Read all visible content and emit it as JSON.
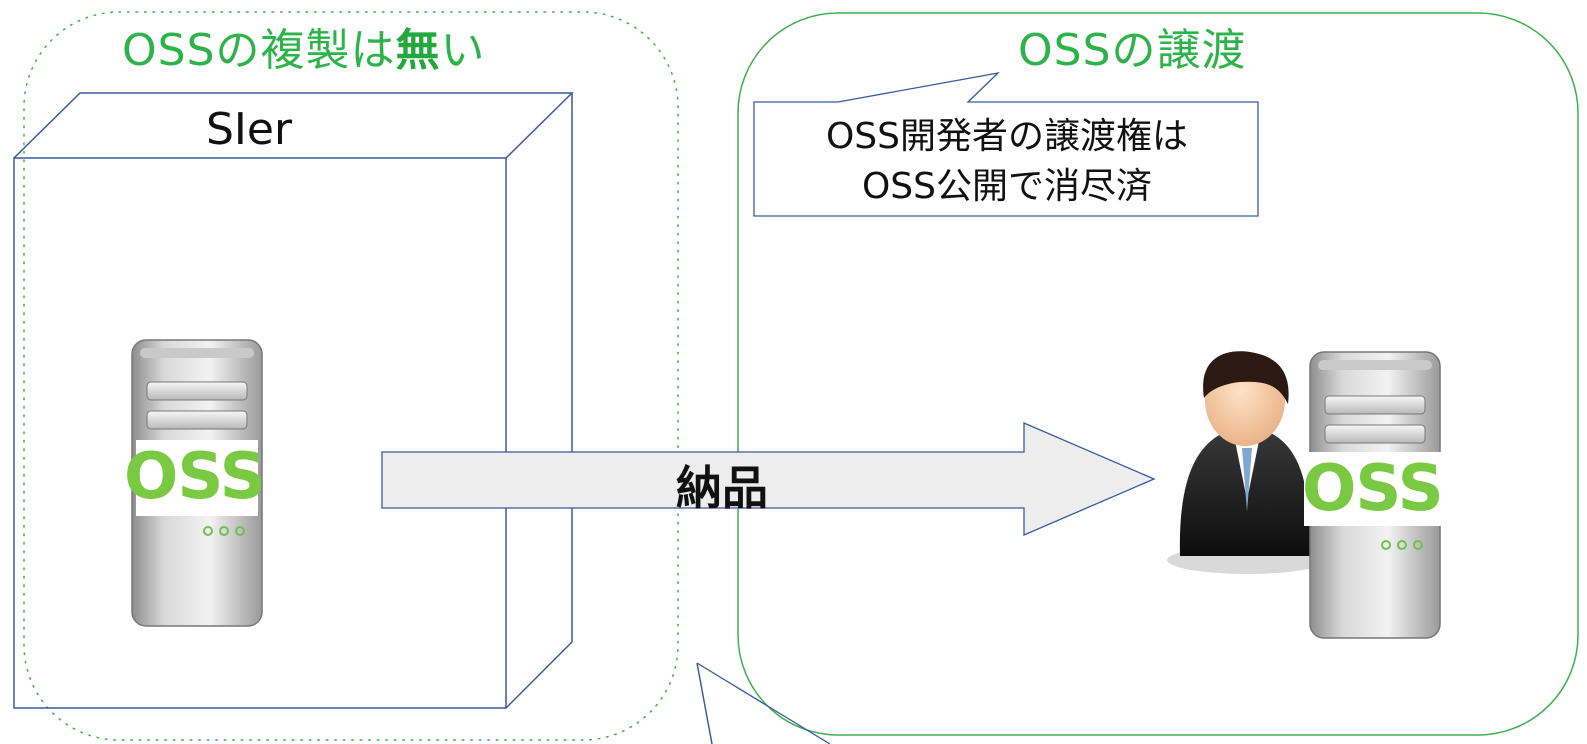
{
  "left_zone": {
    "heading_prefix": "OSSの複製は",
    "heading_emphasis": "無",
    "heading_suffix": "い"
  },
  "right_zone": {
    "heading": "OSSの譲渡"
  },
  "box": {
    "label": "SIer"
  },
  "callout": {
    "line1": "OSS開発者の譲渡権は",
    "line2": "OSS公開で消尽済"
  },
  "arrow": {
    "label": "納品"
  },
  "servers": {
    "left_label": "OSS",
    "right_label": "OSS"
  },
  "colors": {
    "heading_green": "#2db34a",
    "oss_green": "#7ac943",
    "box_blue": "#3a5a9c",
    "zone_green": "#3fae4f"
  },
  "icons": [
    "server-icon",
    "businessman-icon"
  ]
}
